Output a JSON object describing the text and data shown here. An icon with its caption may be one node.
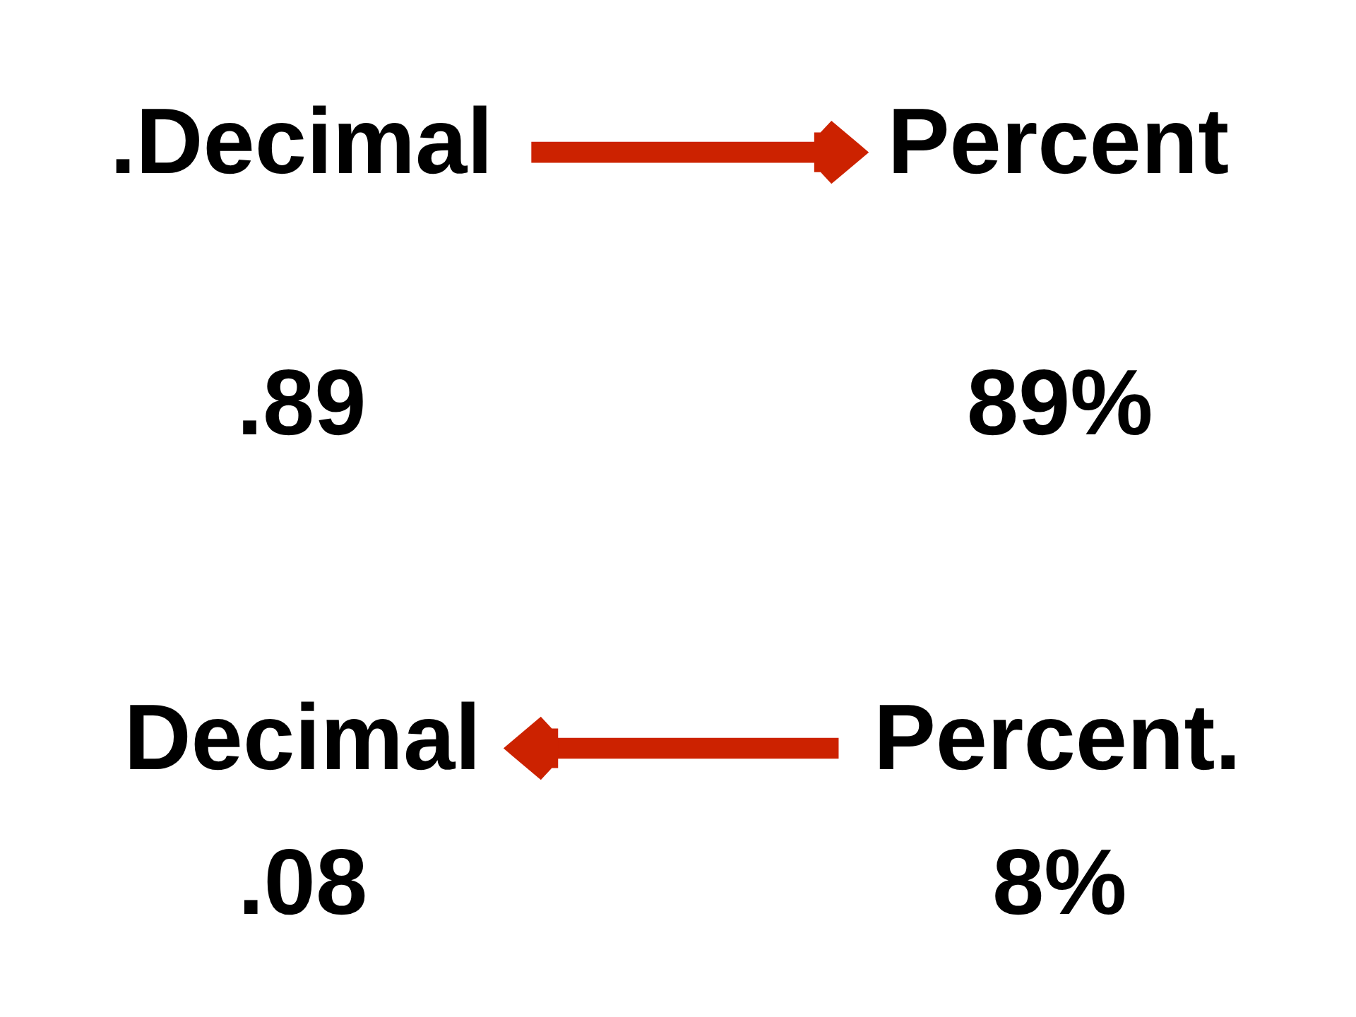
{
  "diagram": {
    "nodes": [
      {
        "text": [
          ".Decimal",
          ".89"
        ]
      },
      {
        "text": [
          "Percent",
          "89%"
        ]
      },
      {
        "text": [
          "Decimal",
          ".08"
        ]
      },
      {
        "text": [
          "Percent.",
          "8%"
        ]
      }
    ],
    "edges": [
      {
        "from": 0,
        "to": 1,
        "arrow": "to"
      },
      {
        "from": 3,
        "to": 2,
        "arrow": "to"
      }
    ]
  }
}
